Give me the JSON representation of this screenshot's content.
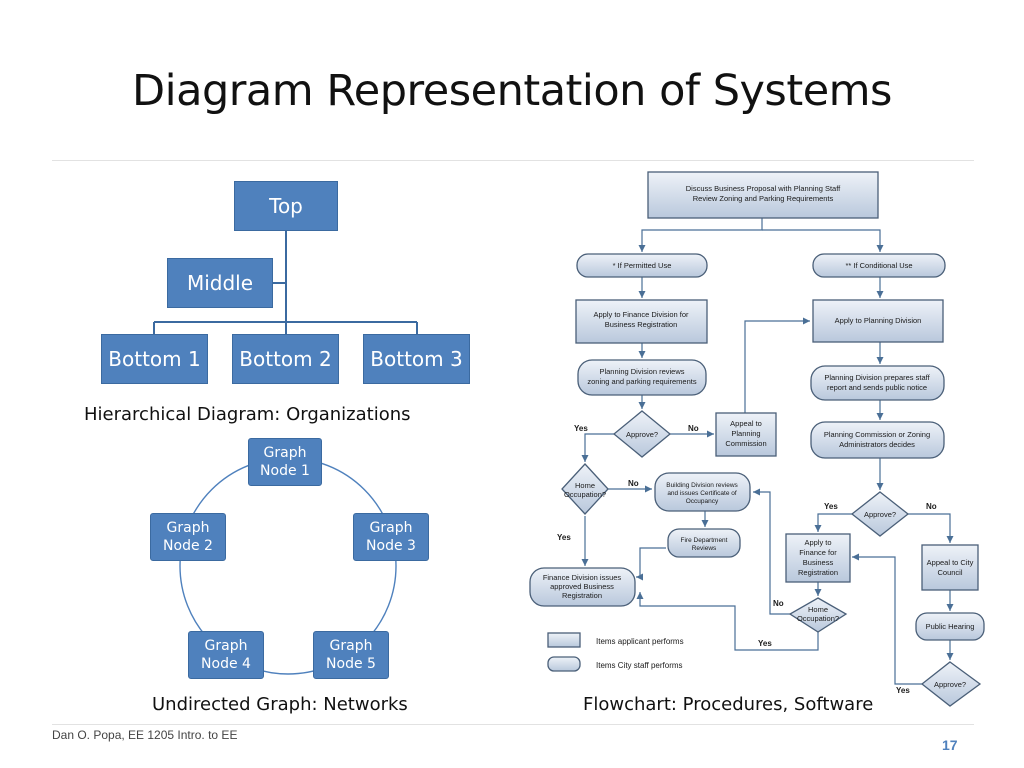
{
  "slide": {
    "title": "Diagram Representation of Systems",
    "footer": "Dan O. Popa, EE 1205 Intro. to EE",
    "page_number": "17"
  },
  "hierarchy": {
    "top": "Top",
    "middle": "Middle",
    "bottom": [
      "Bottom 1",
      "Bottom 2",
      "Bottom 3"
    ],
    "caption": "Hierarchical Diagram: Organizations"
  },
  "graph": {
    "nodes": [
      {
        "line1": "Graph",
        "line2": "Node 1"
      },
      {
        "line1": "Graph",
        "line2": "Node 2"
      },
      {
        "line1": "Graph",
        "line2": "Node 3"
      },
      {
        "line1": "Graph",
        "line2": "Node 4"
      },
      {
        "line1": "Graph",
        "line2": "Node 5"
      }
    ],
    "caption": "Undirected Graph: Networks"
  },
  "flowchart": {
    "caption": "Flowchart: Procedures, Software",
    "start": [
      "Discuss Business Proposal with Planning Staff",
      "Review Zoning and Parking Requirements"
    ],
    "permitted": "* If Permitted Use",
    "conditional": "** If Conditional Use",
    "apply_finance": [
      "Apply to Finance Division for",
      "Business Registration"
    ],
    "planning_reviews": [
      "Planning Division reviews",
      "zoning and parking requirements"
    ],
    "approve": "Approve?",
    "yes": "Yes",
    "no": "No",
    "appeal_planning": [
      "Appeal to",
      "Planning",
      "Commission"
    ],
    "home_occupation": [
      "Home",
      "Occupation?"
    ],
    "building_reviews": [
      "Building Division reviews",
      "and issues Certificate of",
      "Occupancy"
    ],
    "fire_reviews": [
      "Fire Department",
      "Reviews"
    ],
    "finance_issues": [
      "Finance Division issues",
      "approved Business",
      "Registration"
    ],
    "apply_planning": "Apply to Planning Division",
    "planning_prepares": [
      "Planning Division prepares staff",
      "report and sends public notice"
    ],
    "commission_decides": [
      "Planning Commission or Zoning",
      "Administrators decides"
    ],
    "apply_finance_right": [
      "Apply to",
      "Finance for",
      "Business",
      "Registration"
    ],
    "appeal_council": [
      "Appeal to City",
      "Council"
    ],
    "public_hearing": "Public Hearing",
    "legend_applicant": "Items applicant performs",
    "legend_staff": "Items City staff performs"
  }
}
